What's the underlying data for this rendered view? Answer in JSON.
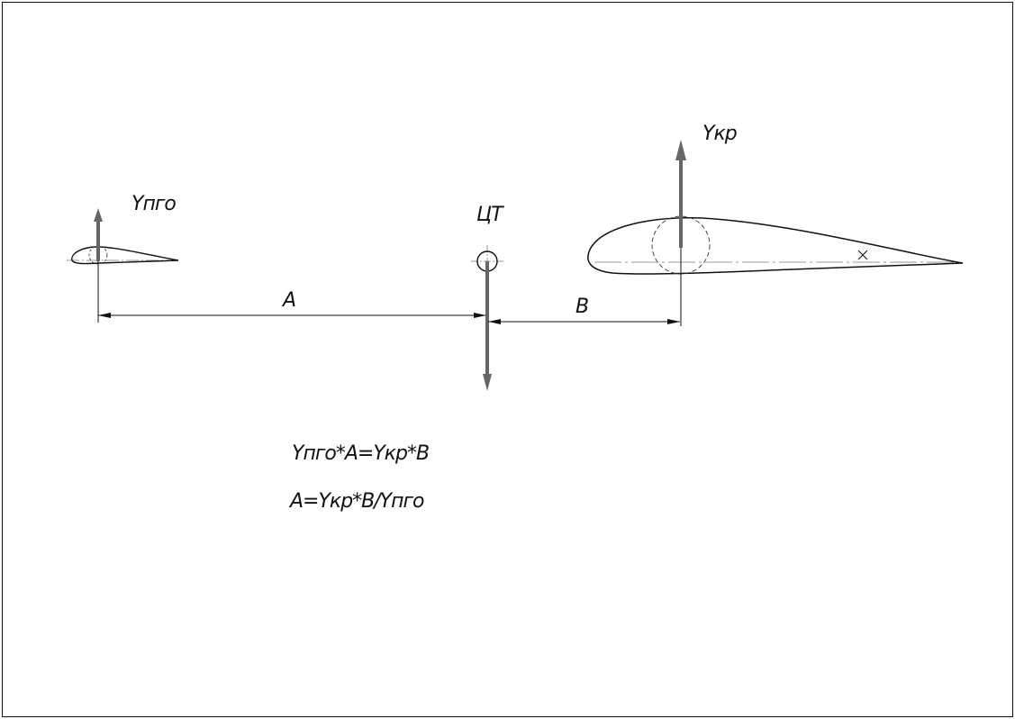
{
  "labels": {
    "tail_lift": "Yпго",
    "wing_lift": "Yкр",
    "center_of_gravity": "ЦТ",
    "dim_a": "A",
    "dim_b": "B"
  },
  "formulas": {
    "balance": "Yпго*A=Yкр*B",
    "solution": "A=Yкр*B/Yпго"
  },
  "colors": {
    "line": "#111111",
    "arrow": "#666666",
    "axis": "#999999"
  }
}
